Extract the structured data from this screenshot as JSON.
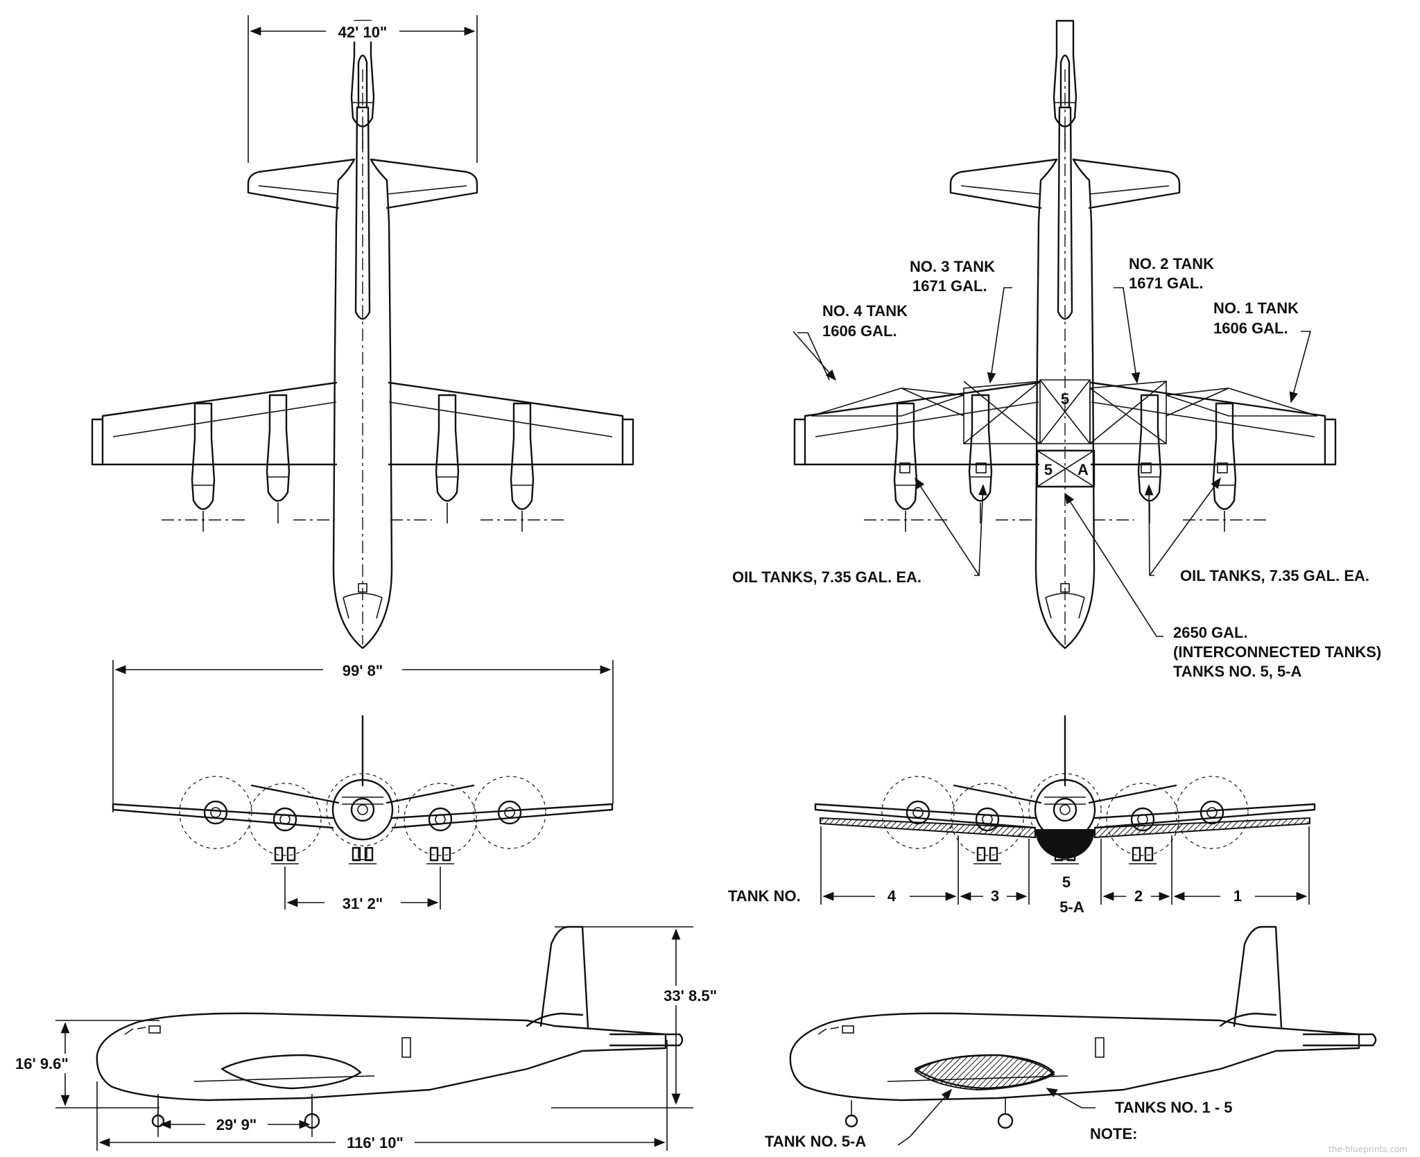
{
  "dimensions": {
    "tail_span": "42' 10\"",
    "wingspan": "99' 8\"",
    "main_gear_track": "31' 2\"",
    "height": "33' 8.5\"",
    "fuselage_height": "16' 9.6\"",
    "wheelbase": "29' 9\"",
    "length": "116' 10\""
  },
  "fuel_tanks": {
    "no3": {
      "name": "NO. 3 TANK",
      "capacity": "1671 GAL."
    },
    "no2": {
      "name": "NO. 2 TANK",
      "capacity": "1671 GAL."
    },
    "no4": {
      "name": "NO. 4 TANK",
      "capacity": "1606 GAL."
    },
    "no1": {
      "name": "NO. 1 TANK",
      "capacity": "1606 GAL."
    },
    "center_mark": "5",
    "center_box_left": "5",
    "center_box_right": "A",
    "oil_left": "OIL TANKS, 7.35 GAL. EA.",
    "oil_right": "OIL TANKS, 7.35 GAL. EA.",
    "interconnected_line1": "2650 GAL.",
    "interconnected_line2": "(INTERCONNECTED TANKS)",
    "interconnected_line3": "TANKS NO. 5, 5-A"
  },
  "front_tank_map": {
    "label": "TANK NO.",
    "t4": "4",
    "t3": "3",
    "t5": "5",
    "t5a": "5-A",
    "t2": "2",
    "t1": "1"
  },
  "side_view_notes": {
    "tanks_1_5": "TANKS NO. 1 - 5",
    "tank_5a": "TANK NO. 5-A",
    "note": "NOTE:"
  },
  "watermark": "the-blueprints.com"
}
